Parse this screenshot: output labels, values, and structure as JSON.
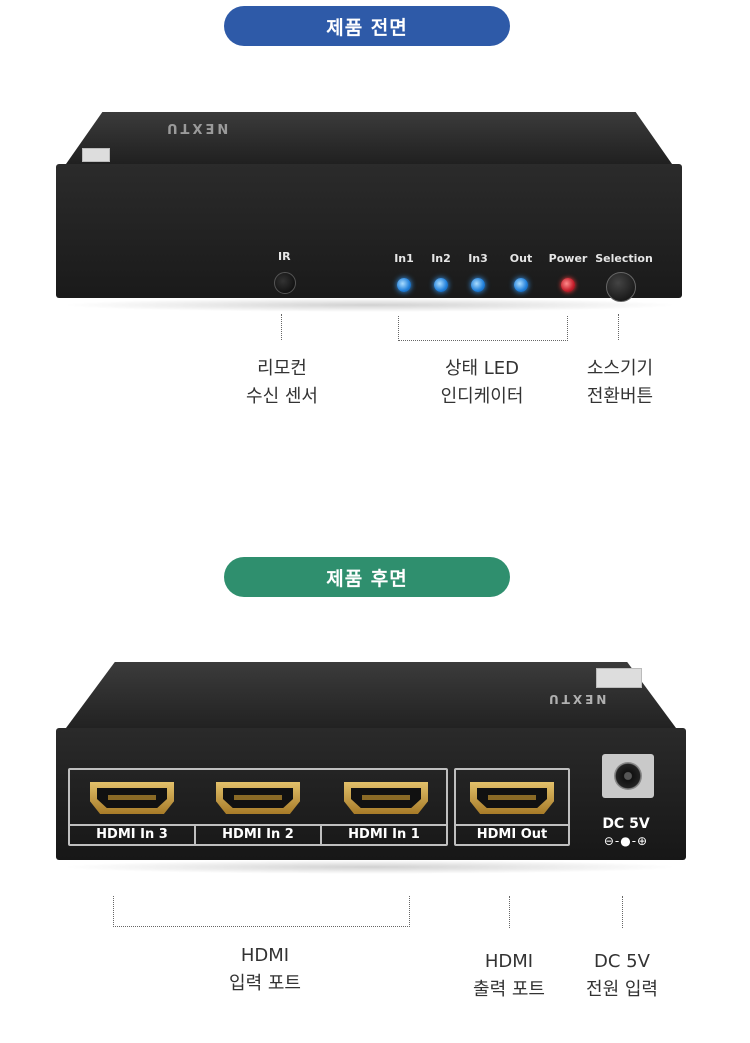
{
  "sections": {
    "front_title": "제품 전면",
    "back_title": "제품 후면"
  },
  "front": {
    "brand": "NEXTU",
    "ir_label": "IR",
    "leds": [
      {
        "label": "In1",
        "color": "blue"
      },
      {
        "label": "In2",
        "color": "blue"
      },
      {
        "label": "In3",
        "color": "blue"
      },
      {
        "label": "Out",
        "color": "blue"
      },
      {
        "label": "Power",
        "color": "red"
      }
    ],
    "selection_label": "Selection",
    "callouts": {
      "ir": "리모컨\n수신 센서",
      "led": "상태 LED\n인디케이터",
      "selection": "소스기기\n전환버튼"
    }
  },
  "back": {
    "brand": "NEXTU",
    "input_ports": [
      "HDMI In 3",
      "HDMI In 2",
      "HDMI In 1"
    ],
    "output_port": "HDMI Out",
    "dc_label": "DC 5V",
    "dc_polarity": "⊖-●-⊕",
    "callouts": {
      "input": "HDMI\n입력 포트",
      "output": "HDMI\n출력 포트",
      "dc": "DC 5V\n전원 입력"
    }
  },
  "colors": {
    "front_pill": "#2e5aa8",
    "back_pill": "#2f8f6e",
    "led_blue": "#1f7ed9",
    "led_red": "#c31d2a"
  }
}
